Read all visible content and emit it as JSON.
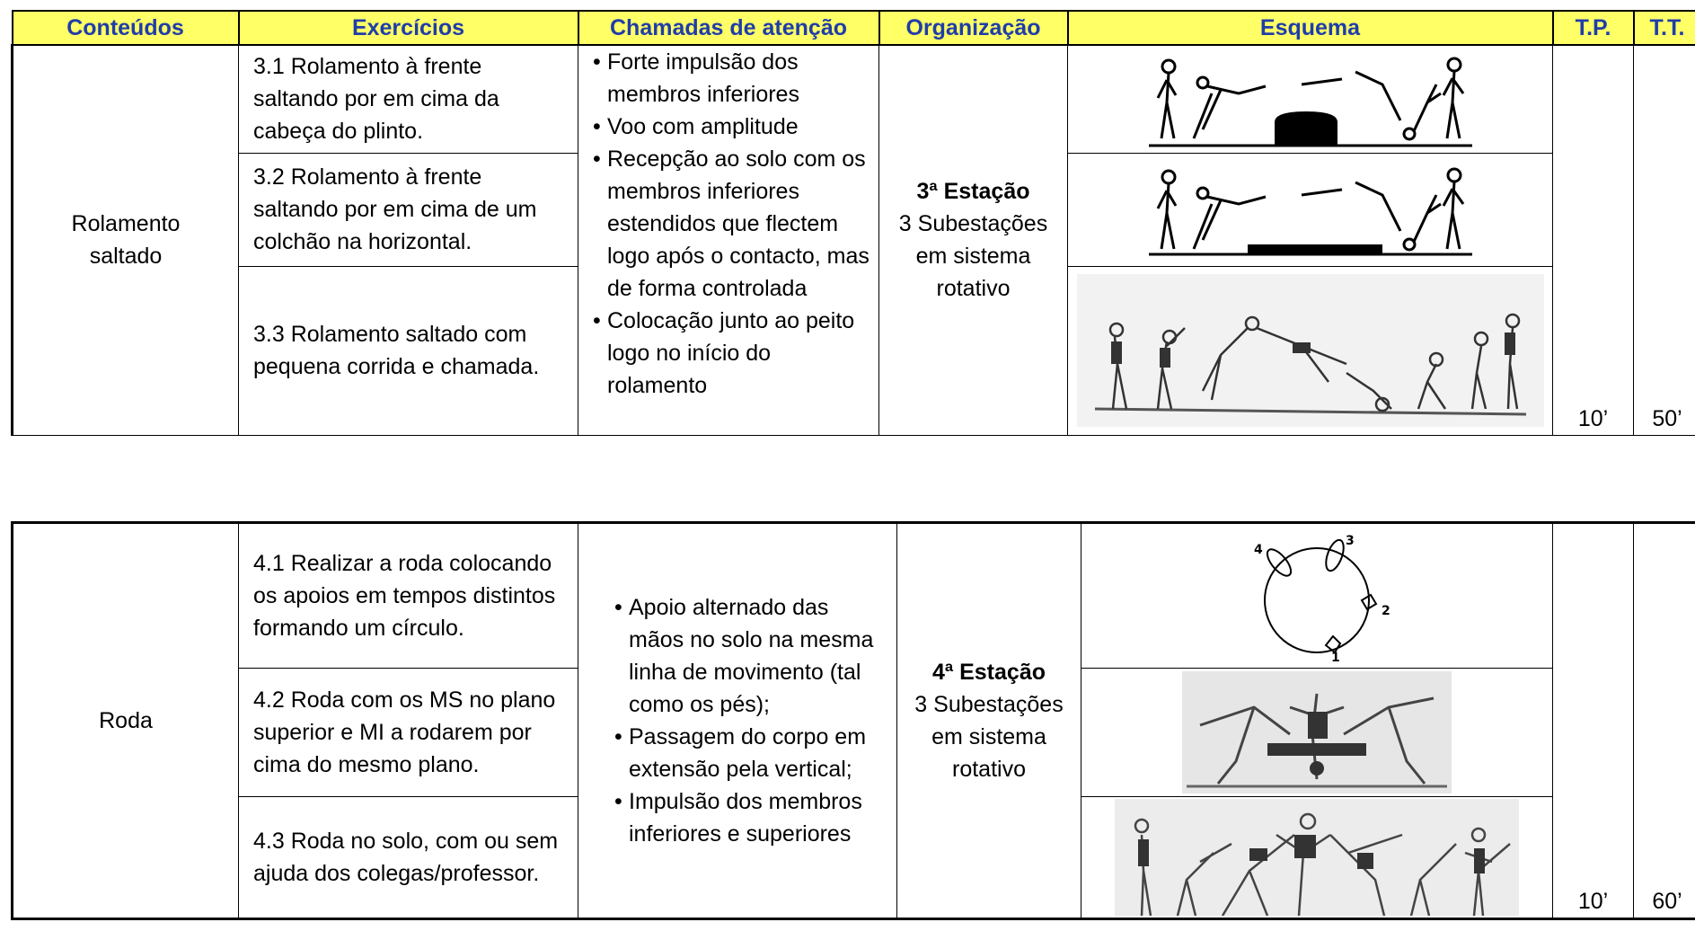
{
  "header": {
    "conteudos": "Conteúdos",
    "exercicios": "Exercícios",
    "chamadas": "Chamadas de atenção",
    "organizacao": "Organização",
    "esquema": "Esquema",
    "tp": "T.P.",
    "tt": "T.T."
  },
  "section1": {
    "conteudo": "Rolamento saltado",
    "exercicios": [
      "3.1 Rolamento à frente saltando por em cima da cabeça do plinto.",
      "3.2 Rolamento à frente saltando por em cima de um colchão na horizontal.",
      "3.3 Rolamento saltado com pequena corrida e chamada."
    ],
    "chamadas": [
      "Forte impulsão dos membros inferiores",
      "Voo com amplitude",
      "Recepção ao solo com os membros inferiores estendidos que flectem logo após o contacto, mas de forma controlada",
      "Colocação junto ao peito logo no início do rolamento"
    ],
    "organizacao_title": "3ª Estação",
    "organizacao_text": "3 Subestações em sistema rotativo",
    "tp": "10’",
    "tt": "50’"
  },
  "section2": {
    "conteudo": "Roda",
    "exercicios": [
      "4.1 Realizar a roda colocando os apoios em tempos distintos formando um círculo.",
      "4.2 Roda com os MS no plano superior e MI a rodarem por cima do mesmo plano.",
      "4.3 Roda no solo, com ou sem ajuda dos colegas/professor."
    ],
    "chamadas": [
      "Apoio alternado das mãos no solo na mesma linha de movimento (tal como os pés);",
      "Passagem do corpo em extensão pela vertical;",
      "Impulsão dos membros inferiores e superiores"
    ],
    "organizacao_title": "4ª Estação",
    "organizacao_text": "3 Subestações em sistema rotativo",
    "tp": "10’",
    "tt": "60’",
    "circle_labels": [
      "4",
      "3",
      "2",
      "1"
    ]
  }
}
